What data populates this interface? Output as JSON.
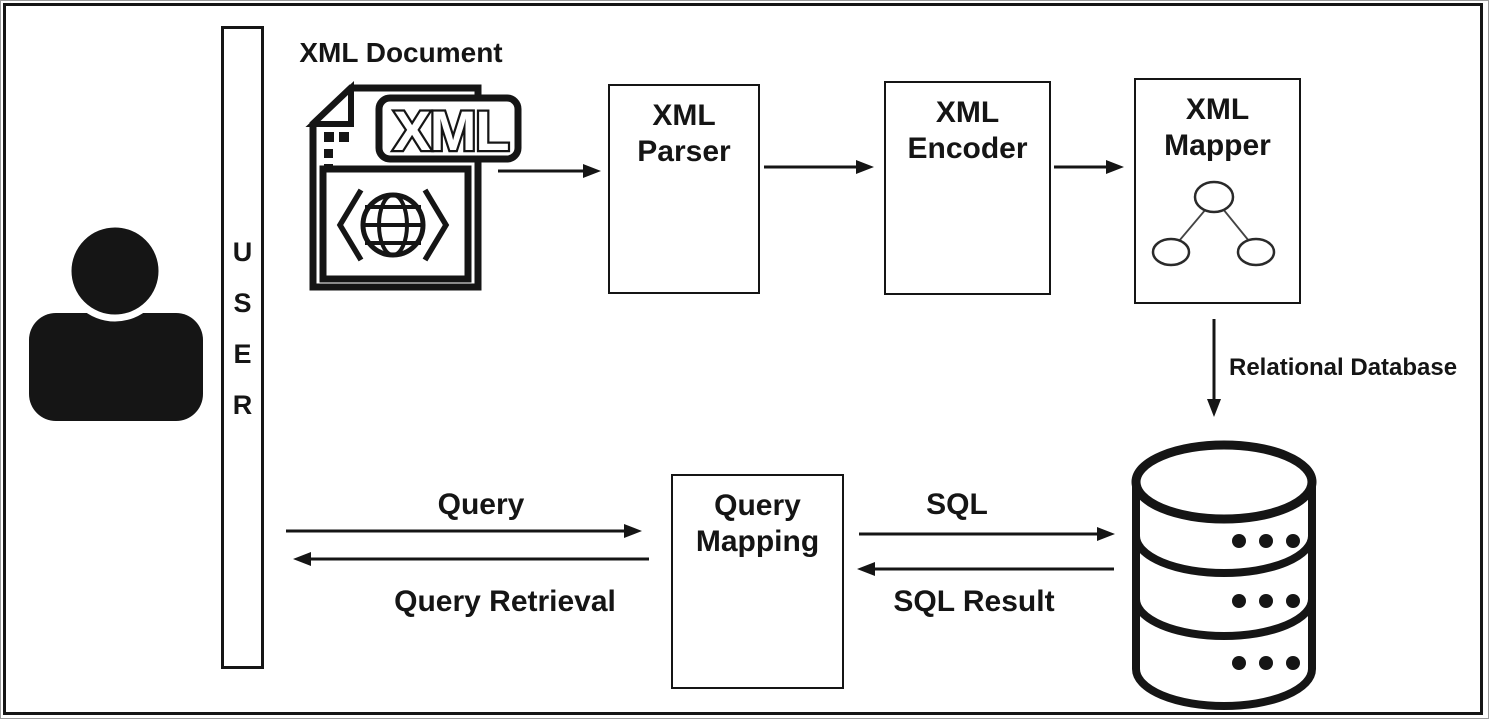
{
  "colors": {
    "ink": "#151515",
    "background": "#ffffff"
  },
  "user": {
    "letters": [
      "U",
      "S",
      "E",
      "R"
    ]
  },
  "document": {
    "title": "XML Document",
    "badge": "XML"
  },
  "nodes": {
    "parser": {
      "line1": "XML",
      "line2": "Parser"
    },
    "encoder": {
      "line1": "XML",
      "line2": "Encoder"
    },
    "mapper": {
      "line1": "XML",
      "line2": "Mapper"
    },
    "query_mapping": {
      "line1": "Query",
      "line2": "Mapping"
    }
  },
  "flows": {
    "query": "Query",
    "query_retrieval": "Query Retrieval",
    "sql": "SQL",
    "sql_result": "SQL Result",
    "relational_database": "Relational Database"
  },
  "icons": {
    "person": "person-icon",
    "xml_file": "xml-file-icon",
    "globe": "globe-icon",
    "tree": "tree-diagram-icon",
    "database": "database-cylinder-icon"
  }
}
